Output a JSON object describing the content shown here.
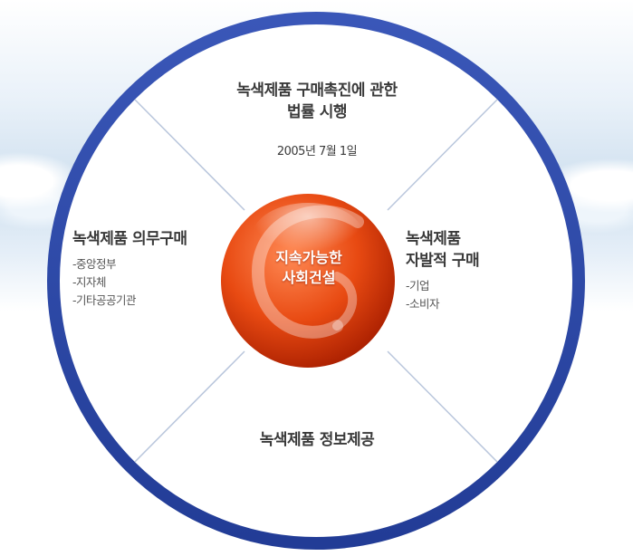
{
  "center": {
    "line1": "지속가능한",
    "line2": "사회건설"
  },
  "quadrants": {
    "top": {
      "title_line1": "녹색제품 구매촉진에 관한",
      "title_line2": "법률 시행",
      "date": "2005년 7월 1일"
    },
    "left": {
      "title": "녹색제품 의무구매",
      "items": [
        "-중앙정부",
        "-지자체",
        "-기타공공기관"
      ]
    },
    "right": {
      "title_line1": "녹색제품",
      "title_line2": "자발적 구매",
      "items": [
        "-기업",
        "-소비자"
      ]
    },
    "bottom": {
      "title": "녹색제품 정보제공"
    }
  },
  "colors": {
    "ring": "#3a57b8",
    "ring_dark": "#223c96",
    "sphere_light": "#ff8a55",
    "sphere_mid": "#e84a12",
    "sphere_dark": "#a81e00",
    "divider": "#b9c6dc",
    "text": "#3a3a3a"
  },
  "icons": {
    "center_emblem": "swirl-emblem-icon"
  }
}
